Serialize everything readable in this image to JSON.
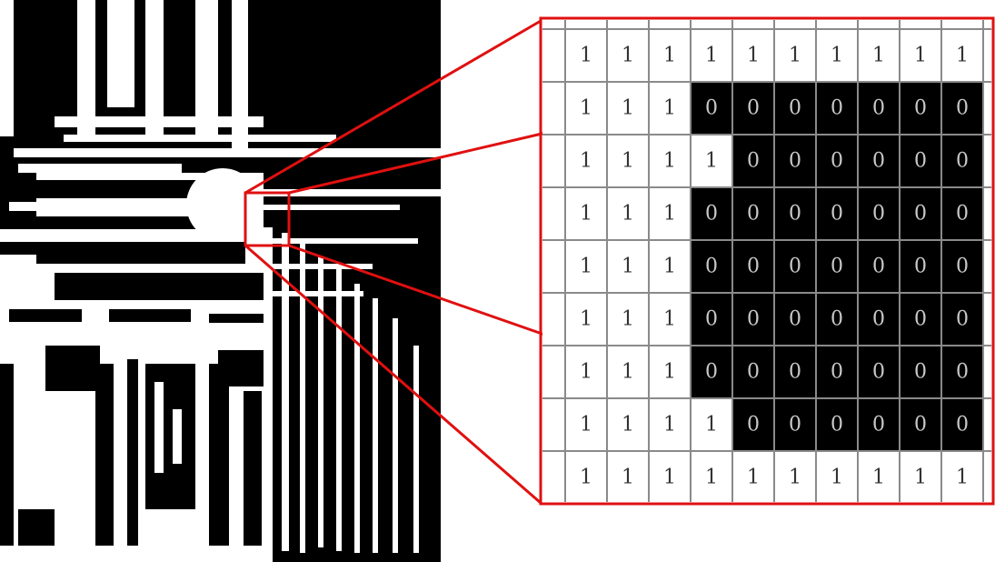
{
  "diagram": {
    "colors": {
      "callout": "#e01010",
      "pixel_one": "#ffffff",
      "pixel_zero": "#000000",
      "grid_line": "#8a8a8a",
      "digit_on_white": "#333333",
      "digit_on_black": "#c8c8c8"
    },
    "source_image": {
      "description_free": true,
      "mode": "binary"
    },
    "zoom_grid": {
      "rows": 9,
      "visible_columns": 10,
      "values": [
        [
          1,
          1,
          1,
          1,
          1,
          1,
          1,
          1,
          1,
          1
        ],
        [
          1,
          1,
          1,
          0,
          0,
          0,
          0,
          0,
          0,
          0
        ],
        [
          1,
          1,
          1,
          1,
          0,
          0,
          0,
          0,
          0,
          0
        ],
        [
          1,
          1,
          1,
          0,
          0,
          0,
          0,
          0,
          0,
          0
        ],
        [
          1,
          1,
          1,
          0,
          0,
          0,
          0,
          0,
          0,
          0
        ],
        [
          1,
          1,
          1,
          0,
          0,
          0,
          0,
          0,
          0,
          0
        ],
        [
          1,
          1,
          1,
          0,
          0,
          0,
          0,
          0,
          0,
          0
        ],
        [
          1,
          1,
          1,
          1,
          0,
          0,
          0,
          0,
          0,
          0
        ],
        [
          1,
          1,
          1,
          1,
          1,
          1,
          1,
          1,
          1,
          1
        ]
      ]
    }
  }
}
